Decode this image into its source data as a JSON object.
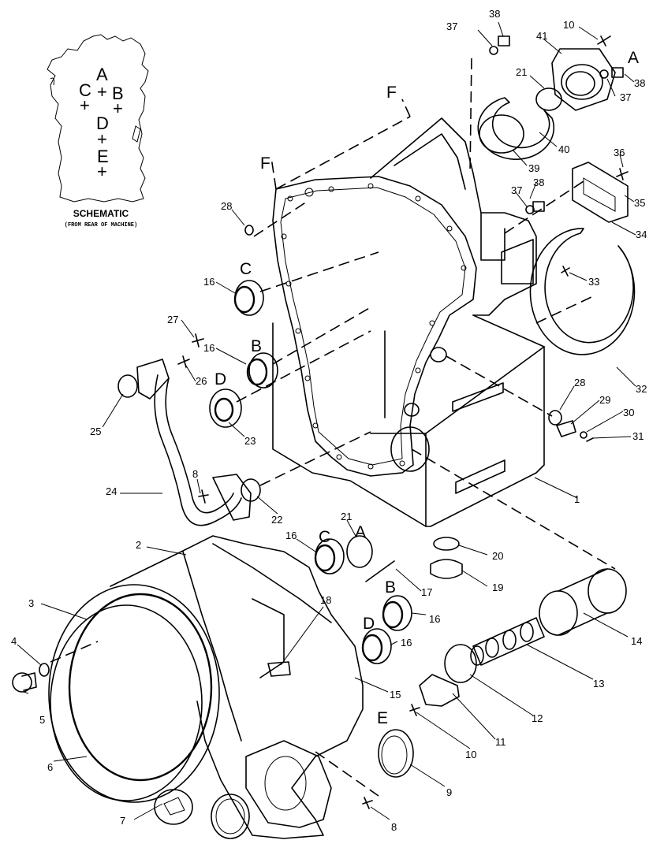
{
  "schematic": {
    "title": "SCHEMATIC",
    "subtitle": "(FROM REAR OF MACHINE)",
    "letters": {
      "a": "A",
      "b": "B",
      "c": "C",
      "d": "D",
      "e": "E"
    },
    "plus": "+"
  },
  "section_labels": [
    "F",
    "F",
    "A",
    "C",
    "B",
    "D",
    "C",
    "A",
    "B",
    "D",
    "E"
  ],
  "callouts": [
    "38",
    "37",
    "10",
    "41",
    "21",
    "38",
    "37",
    "40",
    "39",
    "36",
    "35",
    "34",
    "38",
    "37",
    "28",
    "33",
    "32",
    "16",
    "16",
    "27",
    "26",
    "25",
    "23",
    "24",
    "8",
    "22",
    "1",
    "28",
    "29",
    "30",
    "31",
    "21",
    "16",
    "2",
    "20",
    "19",
    "17",
    "3",
    "18",
    "16",
    "16",
    "4",
    "14",
    "13",
    "15",
    "5",
    "12",
    "11",
    "10",
    "6",
    "9",
    "7",
    "8"
  ]
}
